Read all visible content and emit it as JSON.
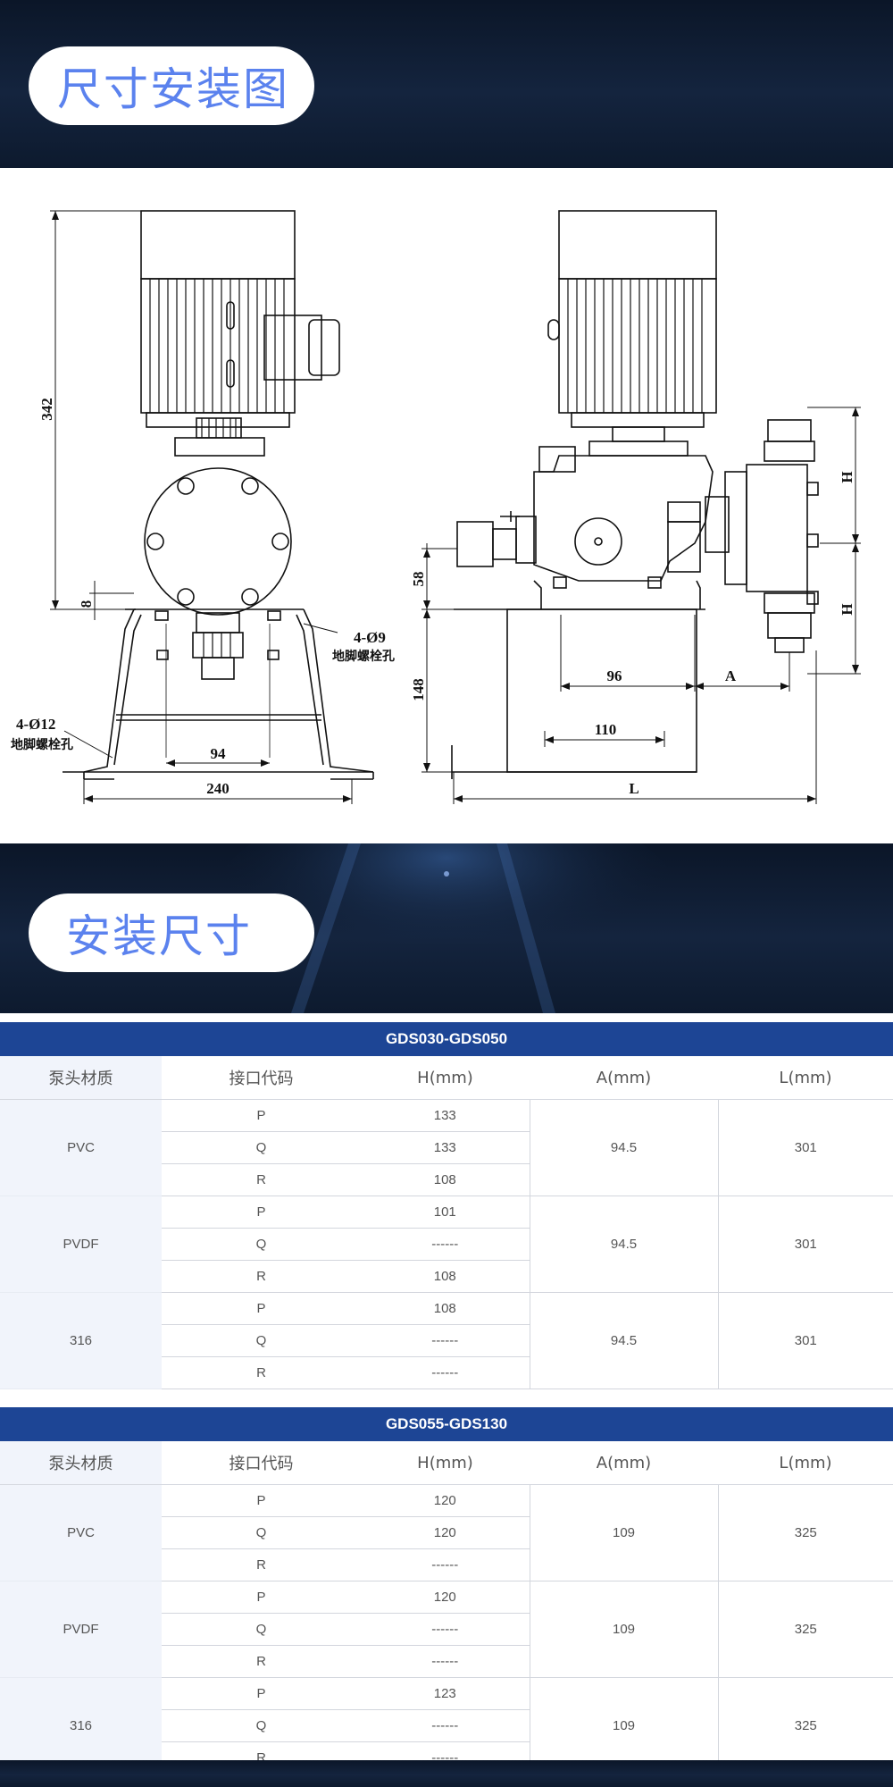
{
  "section1": {
    "title": "尺寸安装图"
  },
  "section2": {
    "title": "安装尺寸"
  },
  "drawing": {
    "left_view": {
      "height_dim": "342",
      "base_dim": "8",
      "bolt_label": "4-Ø9",
      "bolt_label_cn": "地脚螺栓孔",
      "foot_label": "4-Ø12",
      "foot_label_cn": "地脚螺栓孔",
      "inner_width_dim": "94",
      "width_dim": "240"
    },
    "right_view": {
      "dim_58": "58",
      "dim_148": "148",
      "dim_96": "96",
      "dim_a": "A",
      "dim_110": "110",
      "dim_l": "L",
      "dim_h1": "H",
      "dim_h2": "H"
    }
  },
  "tables": [
    {
      "model": "GDS030-GDS050",
      "headers": [
        "泵头材质",
        "接口代码",
        "H(mm)",
        "A(mm)",
        "L(mm)"
      ],
      "groups": [
        {
          "material": "PVC",
          "a": "94.5",
          "l": "301",
          "rows": [
            {
              "code": "P",
              "h": "133"
            },
            {
              "code": "Q",
              "h": "133"
            },
            {
              "code": "R",
              "h": "108"
            }
          ]
        },
        {
          "material": "PVDF",
          "a": "94.5",
          "l": "301",
          "rows": [
            {
              "code": "P",
              "h": "101"
            },
            {
              "code": "Q",
              "h": "------"
            },
            {
              "code": "R",
              "h": "108"
            }
          ]
        },
        {
          "material": "316",
          "a": "94.5",
          "l": "301",
          "rows": [
            {
              "code": "P",
              "h": "108"
            },
            {
              "code": "Q",
              "h": "------"
            },
            {
              "code": "R",
              "h": "------"
            }
          ]
        }
      ]
    },
    {
      "model": "GDS055-GDS130",
      "headers": [
        "泵头材质",
        "接口代码",
        "H(mm)",
        "A(mm)",
        "L(mm)"
      ],
      "groups": [
        {
          "material": "PVC",
          "a": "109",
          "l": "325",
          "rows": [
            {
              "code": "P",
              "h": "120"
            },
            {
              "code": "Q",
              "h": "120"
            },
            {
              "code": "R",
              "h": "------"
            }
          ]
        },
        {
          "material": "PVDF",
          "a": "109",
          "l": "325",
          "rows": [
            {
              "code": "P",
              "h": "120"
            },
            {
              "code": "Q",
              "h": "------"
            },
            {
              "code": "R",
              "h": "------"
            }
          ]
        },
        {
          "material": "316",
          "a": "109",
          "l": "325",
          "rows": [
            {
              "code": "P",
              "h": "123"
            },
            {
              "code": "Q",
              "h": "------"
            },
            {
              "code": "R",
              "h": "------"
            }
          ]
        }
      ]
    }
  ],
  "colors": {
    "band": "#0f1d33",
    "pill_text": "#5b82ee",
    "table_header": "#1d4595",
    "material_bg": "#f1f4fb"
  }
}
